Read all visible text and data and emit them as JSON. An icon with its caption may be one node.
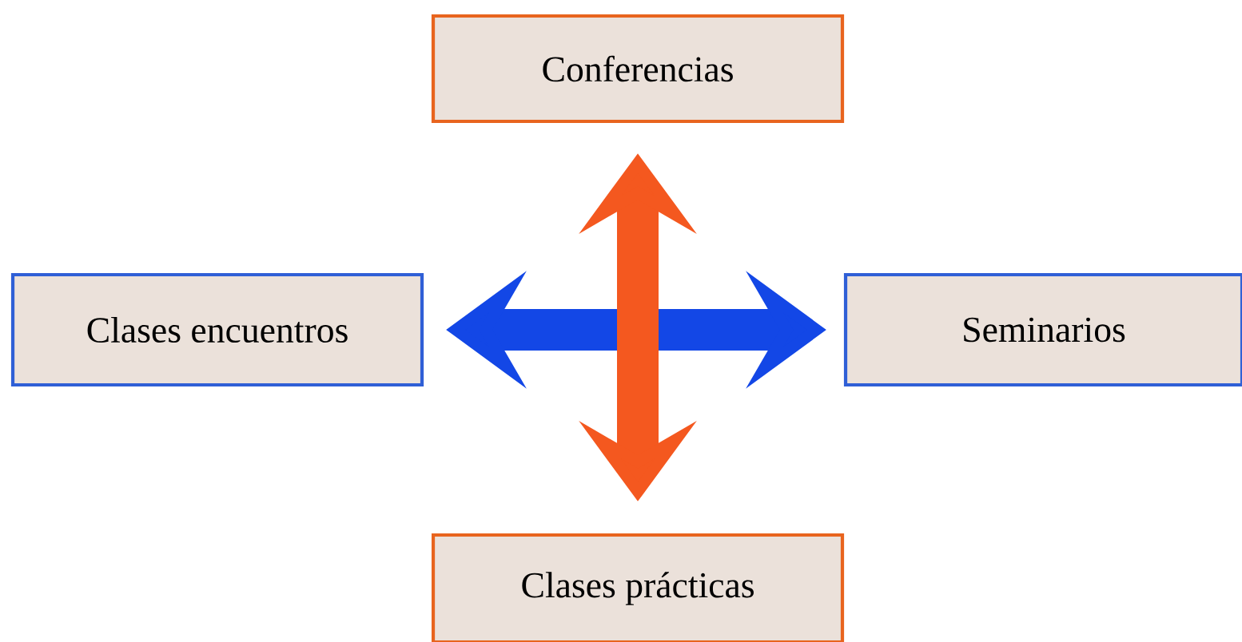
{
  "diagram": {
    "nodes": [
      {
        "text": [
          "Conferencias"
        ]
      },
      {
        "text": [
          "Clases encuentros"
        ]
      },
      {
        "text": [
          "Seminarios"
        ]
      },
      {
        "text": [
          "Clases prácticas"
        ]
      }
    ],
    "edges": [
      {
        "from": 1,
        "to": 2,
        "arrow": "both",
        "color": "#1347e6"
      },
      {
        "from": 0,
        "to": 3,
        "arrow": "both",
        "color": "#f4581f"
      }
    ]
  }
}
